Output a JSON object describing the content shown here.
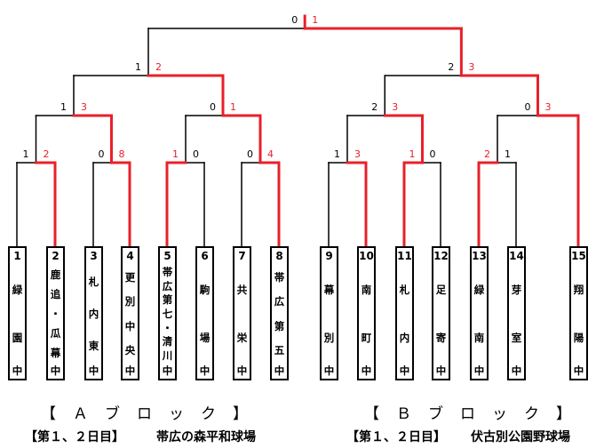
{
  "colors": {
    "line": "#000000",
    "winner": "#e8202a",
    "score_winner": "#e8202a",
    "score_loser": "#000000"
  },
  "teams": [
    {
      "num": "1",
      "chars": [
        "緑",
        "園"
      ],
      "suffix": "中"
    },
    {
      "num": "2",
      "chars": [
        "鹿",
        "追",
        "・",
        "瓜",
        "幕"
      ],
      "suffix": "中"
    },
    {
      "num": "3",
      "chars": [
        "札",
        "内",
        "東"
      ],
      "suffix": "中"
    },
    {
      "num": "4",
      "chars": [
        "更",
        "別",
        "中",
        "央"
      ],
      "suffix": "中"
    },
    {
      "num": "5",
      "chars": [
        "帯",
        "広",
        "第",
        "七",
        "・",
        "清",
        "川"
      ],
      "suffix": "中"
    },
    {
      "num": "6",
      "chars": [
        "駒",
        "場"
      ],
      "suffix": "中"
    },
    {
      "num": "7",
      "chars": [
        "共",
        "栄"
      ],
      "suffix": "中"
    },
    {
      "num": "8",
      "chars": [
        "帯",
        "広",
        "第",
        "五"
      ],
      "suffix": "中"
    },
    {
      "num": "9",
      "chars": [
        "幕",
        "別"
      ],
      "suffix": "中"
    },
    {
      "num": "10",
      "chars": [
        "南",
        "町"
      ],
      "suffix": "中"
    },
    {
      "num": "11",
      "chars": [
        "札",
        "内"
      ],
      "suffix": "中"
    },
    {
      "num": "12",
      "chars": [
        "足",
        "寄"
      ],
      "suffix": "中"
    },
    {
      "num": "13",
      "chars": [
        "緑",
        "南"
      ],
      "suffix": "中"
    },
    {
      "num": "14",
      "chars": [
        "芽",
        "室"
      ],
      "suffix": "中"
    },
    {
      "num": "15",
      "chars": [
        "翔",
        "陽"
      ],
      "suffix": "中"
    }
  ],
  "matches": [
    {
      "id": "r1m1",
      "children": [
        "t1",
        "t2"
      ],
      "scores": [
        "1",
        "2"
      ],
      "winner": 1
    },
    {
      "id": "r1m2",
      "children": [
        "t3",
        "t4"
      ],
      "scores": [
        "0",
        "8"
      ],
      "winner": 1
    },
    {
      "id": "r1m3",
      "children": [
        "t5",
        "t6"
      ],
      "scores": [
        "1",
        "0"
      ],
      "winner": 0
    },
    {
      "id": "r1m4",
      "children": [
        "t7",
        "t8"
      ],
      "scores": [
        "0",
        "4"
      ],
      "winner": 1
    },
    {
      "id": "r1m5",
      "children": [
        "t9",
        "t10"
      ],
      "scores": [
        "1",
        "3"
      ],
      "winner": 1
    },
    {
      "id": "r1m6",
      "children": [
        "t11",
        "t12"
      ],
      "scores": [
        "1",
        "0"
      ],
      "winner": 0
    },
    {
      "id": "r1m7",
      "children": [
        "t13",
        "t14"
      ],
      "scores": [
        "2",
        "1"
      ],
      "winner": 0
    },
    {
      "id": "r2m1",
      "children": [
        "r1m1",
        "r1m2"
      ],
      "scores": [
        "1",
        "3"
      ],
      "winner": 1
    },
    {
      "id": "r2m2",
      "children": [
        "r1m3",
        "r1m4"
      ],
      "scores": [
        "0",
        "1"
      ],
      "winner": 1
    },
    {
      "id": "r2m3",
      "children": [
        "r1m5",
        "r1m6"
      ],
      "scores": [
        "2",
        "3"
      ],
      "winner": 1
    },
    {
      "id": "r2m4",
      "children": [
        "r1m7",
        "t15"
      ],
      "scores": [
        "0",
        "3"
      ],
      "winner": 1
    },
    {
      "id": "r3m1",
      "children": [
        "r2m1",
        "r2m2"
      ],
      "scores": [
        "1",
        "2"
      ],
      "winner": 1
    },
    {
      "id": "r3m2",
      "children": [
        "r2m3",
        "r2m4"
      ],
      "scores": [
        "2",
        "3"
      ],
      "winner": 1
    },
    {
      "id": "final",
      "children": [
        "r3m1",
        "r3m2"
      ],
      "scores": [
        "0",
        "1"
      ],
      "winner": 1
    }
  ],
  "blocks": {
    "a": {
      "title": "【　Ａ　ブ　ロ　ッ　ク　】",
      "days": "【第１、２日目】",
      "venue": "帯広の森平和球場"
    },
    "b": {
      "title": "【　Ｂ　ブ　ロ　ッ　ク　】",
      "days": "【第１、２日目】",
      "venue": "伏古別公園野球場"
    }
  }
}
